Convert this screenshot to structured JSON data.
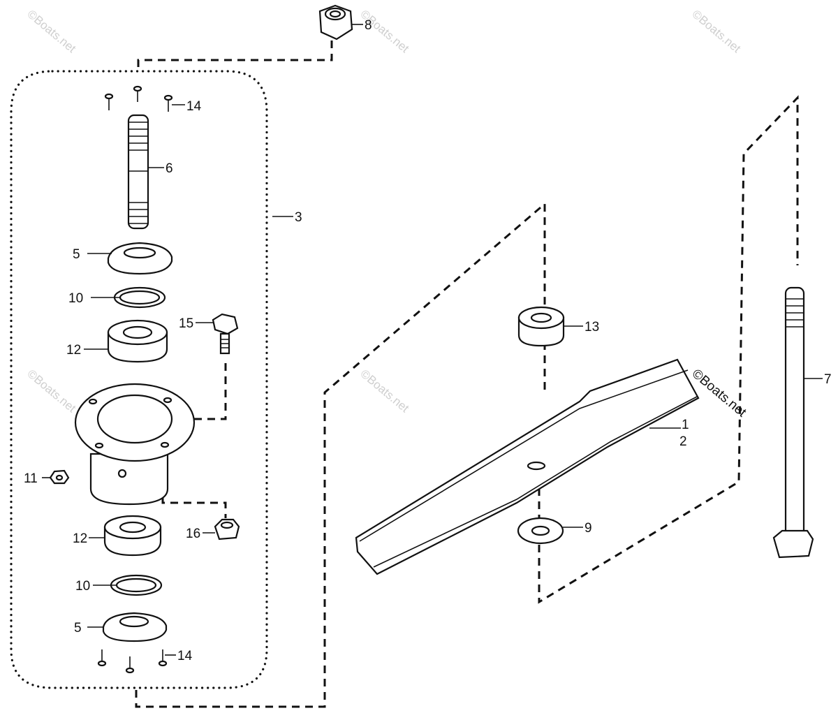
{
  "watermark": "©Boats.net",
  "callouts": {
    "c1": "1",
    "c2": "2",
    "c3": "3",
    "c5a": "5",
    "c5b": "5",
    "c6": "6",
    "c7": "7",
    "c8": "8",
    "c9": "9",
    "c10a": "10",
    "c10b": "10",
    "c11": "11",
    "c12a": "12",
    "c12b": "12",
    "c13": "13",
    "c14a": "14",
    "c14b": "14",
    "c15": "15",
    "c16": "16"
  }
}
